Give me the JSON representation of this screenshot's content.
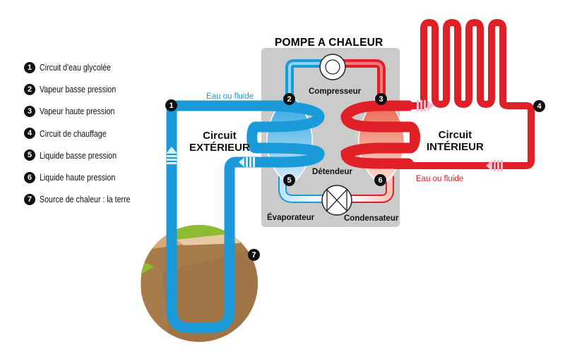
{
  "title": "POMPE A CHALEUR",
  "legend": [
    {
      "num": "1",
      "text": "Circuit d'eau glycolée"
    },
    {
      "num": "2",
      "text": "Vapeur basse pression"
    },
    {
      "num": "3",
      "text": "Vapeur haute pression"
    },
    {
      "num": "4",
      "text": "Circuit de chauffage"
    },
    {
      "num": "5",
      "text": "Liquide basse pression"
    },
    {
      "num": "6",
      "text": "Liquide haute pression"
    },
    {
      "num": "7",
      "text": "Source de chaleur : la terre"
    }
  ],
  "labels": {
    "compresseur": "Compresseur",
    "detendeur": "Détendeur",
    "evaporateur": "Évaporateur",
    "condensateur": "Condensateur",
    "circuit_ext_line1": "Circuit",
    "circuit_ext_line2": "EXTÉRIEUR",
    "circuit_int_line1": "Circuit",
    "circuit_int_line2": "INTÉRIEUR",
    "fluid_ext": "Eau ou fluide",
    "fluid_int": "Eau ou fluide"
  },
  "badges": [
    "1",
    "2",
    "3",
    "4",
    "5",
    "6",
    "7"
  ],
  "colors": {
    "cold": "#1b9ad9",
    "hot": "#e01f26",
    "panel": "#cbcbcb",
    "soil": "#a87b4b",
    "grass": "#8dbb32"
  }
}
